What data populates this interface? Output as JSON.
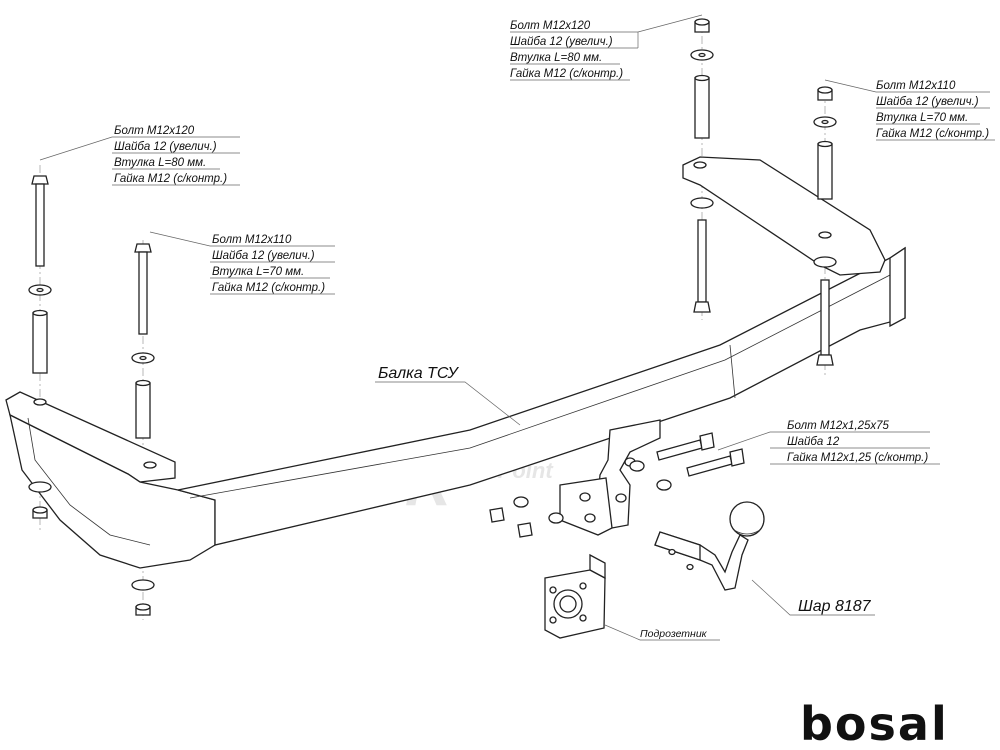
{
  "labels": {
    "top_center": [
      "Болт M12x120",
      "Шайба 12 (увелич.)",
      "Втулка L=80 мм.",
      "Гайка M12 (с/контр.)"
    ],
    "top_right": [
      "Болт M12x110",
      "Шайба 12 (увелич.)",
      "Втулка L=70 мм.",
      "Гайка M12 (с/контр.)"
    ],
    "left_outer": [
      "Болт M12x120",
      "Шайба 12 (увелич.)",
      "Втулка L=80 мм.",
      "Гайка M12 (с/контр.)"
    ],
    "left_inner": [
      "Болт M12x110",
      "Шайба 12 (увелич.)",
      "Втулка L=70 мм.",
      "Гайка M12 (с/контр.)"
    ],
    "bracket": [
      "Болт M12x1,25x75",
      "Шайба 12",
      "Гайка M12x1,25 (с/контр.)"
    ],
    "beam": "Балка ТСУ",
    "ball": "Шар 8187",
    "socket_plate": "Подрозетник"
  },
  "watermark": "Red Point",
  "brand": "bosal",
  "colors": {
    "line": "#222222",
    "background": "#ffffff",
    "watermark": "#e6e6e6"
  }
}
